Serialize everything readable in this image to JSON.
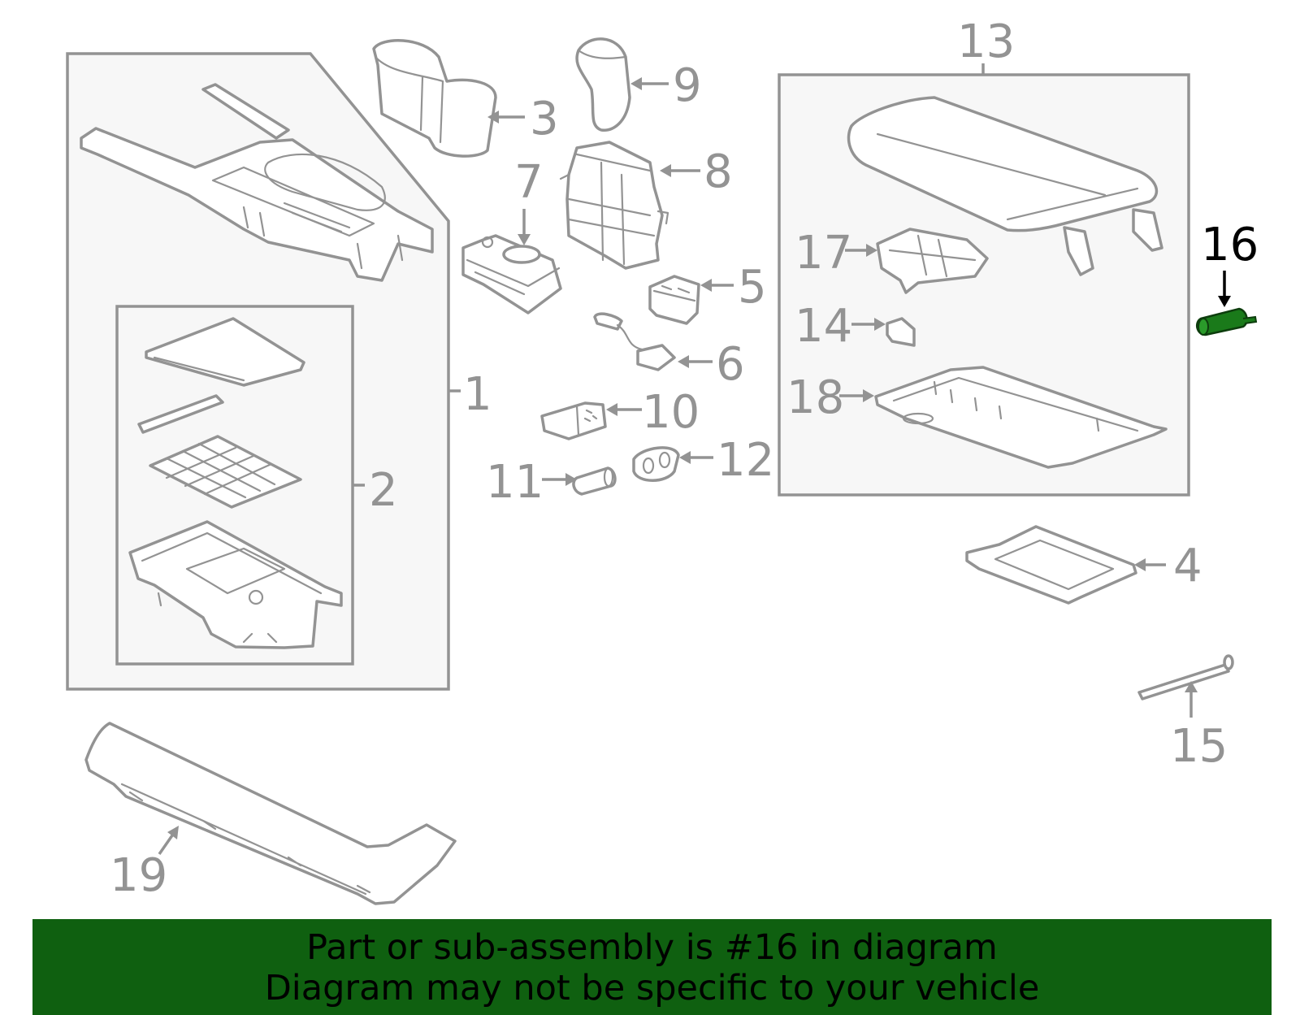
{
  "diagram": {
    "callouts": [
      {
        "id": "1",
        "label": "1"
      },
      {
        "id": "2",
        "label": "2"
      },
      {
        "id": "3",
        "label": "3"
      },
      {
        "id": "4",
        "label": "4"
      },
      {
        "id": "5",
        "label": "5"
      },
      {
        "id": "6",
        "label": "6"
      },
      {
        "id": "7",
        "label": "7"
      },
      {
        "id": "8",
        "label": "8"
      },
      {
        "id": "9",
        "label": "9"
      },
      {
        "id": "10",
        "label": "10"
      },
      {
        "id": "11",
        "label": "11"
      },
      {
        "id": "12",
        "label": "12"
      },
      {
        "id": "13",
        "label": "13"
      },
      {
        "id": "14",
        "label": "14"
      },
      {
        "id": "15",
        "label": "15"
      },
      {
        "id": "16",
        "label": "16"
      },
      {
        "id": "17",
        "label": "17"
      },
      {
        "id": "18",
        "label": "18"
      },
      {
        "id": "19",
        "label": "19"
      }
    ],
    "highlighted_part": "16",
    "colors": {
      "line": "#939393",
      "highlight_part": "#1a7a1a",
      "banner": "#0f6010",
      "highlight_label": "#000000"
    }
  },
  "banner": {
    "line1": "Part or sub-assembly is #16 in diagram",
    "line2": "Diagram may not be specific to your vehicle"
  }
}
